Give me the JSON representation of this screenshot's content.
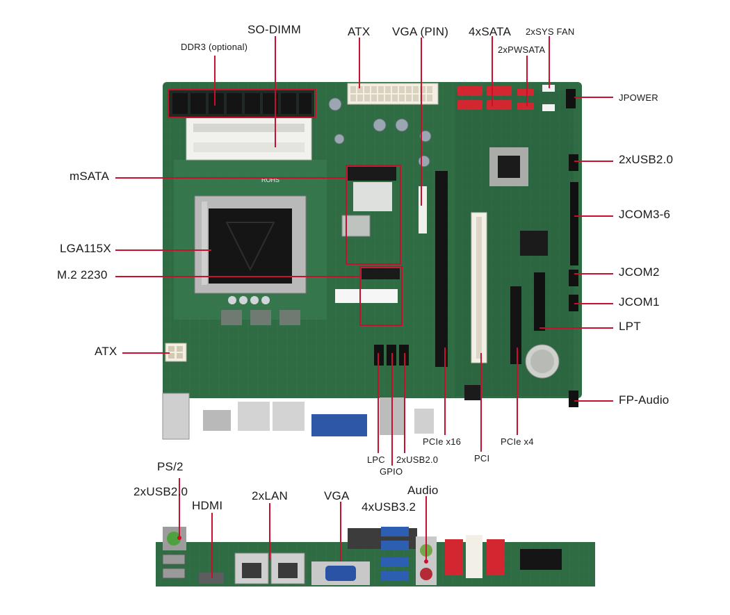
{
  "top_labels": {
    "so_dimm": "SO-DIMM",
    "ddr3": "DDR3 (optional)",
    "atx_top": "ATX",
    "vga_pin": "VGA (PIN)",
    "sata": "4xSATA",
    "sys_fan": "2xSYS FAN",
    "pwsata": "2xPWSATA"
  },
  "right_labels": {
    "jpower": "JPOWER",
    "usb20_right": "2xUSB2.0",
    "jcom3_6": "JCOM3-6",
    "jcom2": "JCOM2",
    "jcom1": "JCOM1",
    "lpt": "LPT",
    "fp_audio": "FP-Audio"
  },
  "left_labels": {
    "msata": "mSATA",
    "lga": "LGA115X",
    "m2": "M.2 2230",
    "atx_left": "ATX"
  },
  "bottom_labels": {
    "pcie16": "PCIe x16",
    "pcie4": "PCIe x4",
    "pci": "PCI",
    "lpc": "LPC",
    "usb20_bottom": "2xUSB2.0",
    "gpio": "GPIO"
  },
  "io_labels": {
    "ps2": "PS/2",
    "usb20_io": "2xUSB2.0",
    "hdmi": "HDMI",
    "lan": "2xLAN",
    "vga": "VGA",
    "audio": "Audio",
    "usb32": "4xUSB3.2"
  },
  "board_silkscreen": {
    "brand": "ROHS"
  },
  "colors": {
    "pcb": "#2f6b43",
    "pcb_dark": "#24563a",
    "pointer": "#c8102e",
    "chip": "#1c1c1c"
  }
}
